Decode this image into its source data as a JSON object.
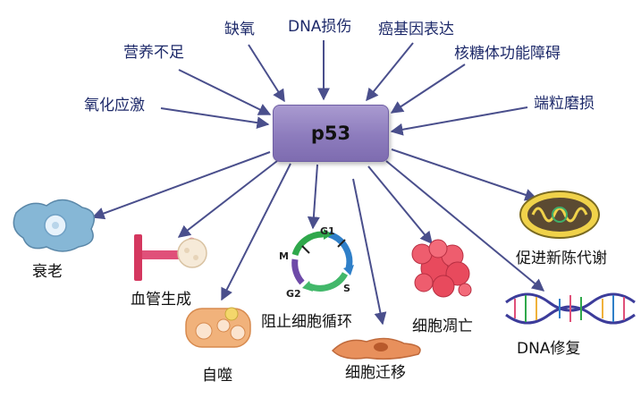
{
  "center": {
    "label": "p53"
  },
  "inputs": [
    {
      "id": "hypoxia",
      "label": "缺氧"
    },
    {
      "id": "dna-damage",
      "label": "DNA损伤"
    },
    {
      "id": "oncogene",
      "label": "癌基因表达"
    },
    {
      "id": "nutrient",
      "label": "营养不足"
    },
    {
      "id": "ribosome",
      "label": "核糖体功能障碍"
    },
    {
      "id": "oxidative",
      "label": "氧化应激"
    },
    {
      "id": "telomere",
      "label": "端粒磨损"
    }
  ],
  "outputs": [
    {
      "id": "senescence",
      "label": "衰老"
    },
    {
      "id": "angiogenesis",
      "label": "血管生成"
    },
    {
      "id": "autophagy",
      "label": "自噬"
    },
    {
      "id": "cell-cycle-arrest",
      "label": "阻止细胞循环"
    },
    {
      "id": "cell-migration",
      "label": "细胞迁移"
    },
    {
      "id": "apoptosis",
      "label": "细胞凋亡"
    },
    {
      "id": "metabolism",
      "label": "促进新陈代谢"
    },
    {
      "id": "dna-repair",
      "label": "DNA修复"
    }
  ],
  "cell_cycle_phases": [
    "G1",
    "S",
    "G2",
    "M"
  ],
  "colors": {
    "arrow": "#4a4f8c",
    "center_fill": "#8d7cbd",
    "input_text": "#1e2a6a",
    "output_text": "#111111"
  }
}
